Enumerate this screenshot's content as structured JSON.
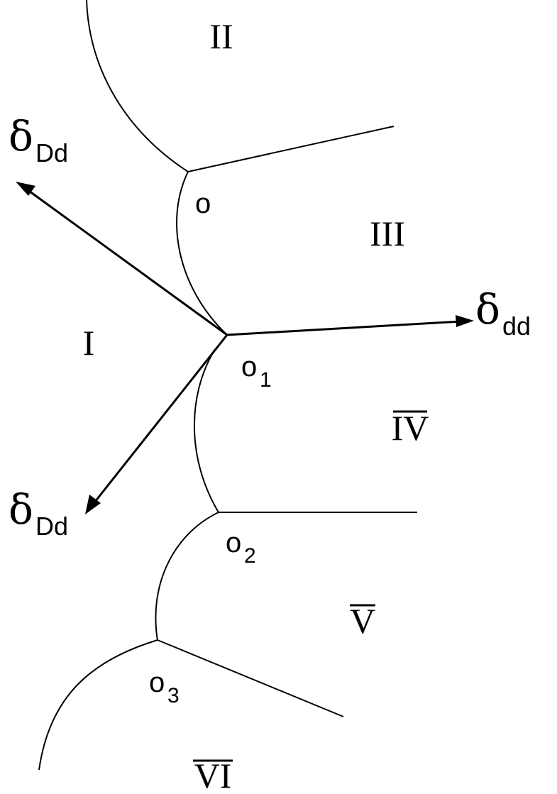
{
  "regions": {
    "r1": "I",
    "r2": "II",
    "r3": "III",
    "r4": "IV",
    "r5": "V",
    "r6": "VI"
  },
  "points": {
    "o": {
      "base": "o",
      "sub": ""
    },
    "o1": {
      "base": "o",
      "sub": "1"
    },
    "o2": {
      "base": "o",
      "sub": "2"
    },
    "o3": {
      "base": "o",
      "sub": "3"
    }
  },
  "vectors": {
    "dd_upper": {
      "symbol": "δ",
      "sub": "Dd"
    },
    "dd_lower": {
      "symbol": "δ",
      "sub": "Dd"
    },
    "dd_right": {
      "symbol": "δ",
      "sub": "dd"
    }
  }
}
